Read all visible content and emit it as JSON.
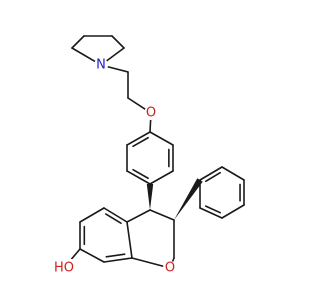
{
  "atoms": {
    "pyrrolidine_n": {
      "symbol": "N",
      "color": "#1f1fcc"
    },
    "ether_o": {
      "symbol": "O",
      "color": "#cc1f1f"
    },
    "ring_o": {
      "symbol": "O",
      "color": "#cc1f1f"
    },
    "hydroxyl": {
      "symbol": "HO",
      "color": "#cc1f1f"
    }
  },
  "bond_color": "#1a1a1a",
  "background": "#ffffff"
}
